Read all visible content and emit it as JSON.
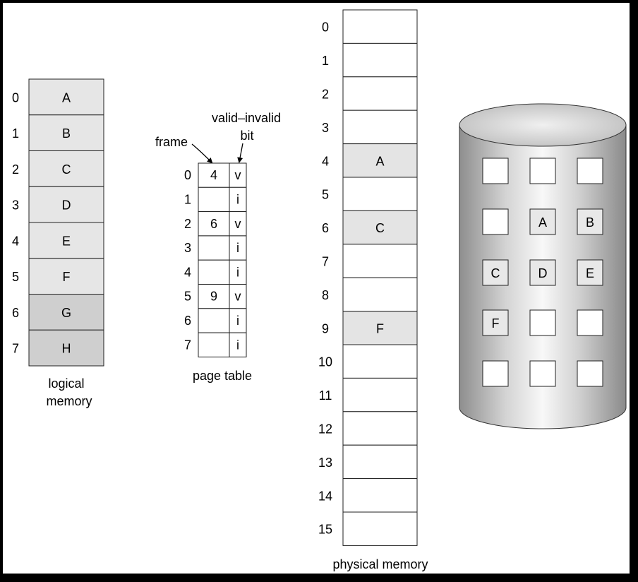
{
  "logical_memory": {
    "caption_line1": "logical",
    "caption_line2": "memory",
    "pages": [
      {
        "index": "0",
        "label": "A",
        "resident": true
      },
      {
        "index": "1",
        "label": "B",
        "resident": false
      },
      {
        "index": "2",
        "label": "C",
        "resident": true
      },
      {
        "index": "3",
        "label": "D",
        "resident": false
      },
      {
        "index": "4",
        "label": "E",
        "resident": false
      },
      {
        "index": "5",
        "label": "F",
        "resident": true
      },
      {
        "index": "6",
        "label": "G",
        "resident": false
      },
      {
        "index": "7",
        "label": "H",
        "resident": false
      }
    ]
  },
  "page_table": {
    "caption": "page table",
    "frame_label": "frame",
    "valid_label_line1": "valid–invalid",
    "valid_label_line2": "bit",
    "entries": [
      {
        "index": "0",
        "frame": "4",
        "bit": "v"
      },
      {
        "index": "1",
        "frame": "",
        "bit": "i"
      },
      {
        "index": "2",
        "frame": "6",
        "bit": "v"
      },
      {
        "index": "3",
        "frame": "",
        "bit": "i"
      },
      {
        "index": "4",
        "frame": "",
        "bit": "i"
      },
      {
        "index": "5",
        "frame": "9",
        "bit": "v"
      },
      {
        "index": "6",
        "frame": "",
        "bit": "i"
      },
      {
        "index": "7",
        "frame": "",
        "bit": "i"
      }
    ]
  },
  "physical_memory": {
    "caption": "physical memory",
    "frames": [
      {
        "index": "0",
        "label": ""
      },
      {
        "index": "1",
        "label": ""
      },
      {
        "index": "2",
        "label": ""
      },
      {
        "index": "3",
        "label": ""
      },
      {
        "index": "4",
        "label": "A"
      },
      {
        "index": "5",
        "label": ""
      },
      {
        "index": "6",
        "label": "C"
      },
      {
        "index": "7",
        "label": ""
      },
      {
        "index": "8",
        "label": ""
      },
      {
        "index": "9",
        "label": "F"
      },
      {
        "index": "10",
        "label": ""
      },
      {
        "index": "11",
        "label": ""
      },
      {
        "index": "12",
        "label": ""
      },
      {
        "index": "13",
        "label": ""
      },
      {
        "index": "14",
        "label": ""
      },
      {
        "index": "15",
        "label": ""
      }
    ]
  },
  "disk": {
    "slots": [
      "",
      "",
      "",
      "",
      "A",
      "B",
      "C",
      "D",
      "E",
      "F",
      "",
      "",
      "",
      "",
      ""
    ]
  },
  "colors": {
    "cell_light": "#e6e6e6",
    "cell_dark": "#cfcfcf",
    "cell_line": "#222222",
    "frame_fill": "#e4e4e4",
    "disk_dark": "#8e8e8e",
    "disk_light": "#f8f8f8",
    "slot_empty": "#ffffff",
    "slot_filled": "#e8e8e8"
  }
}
